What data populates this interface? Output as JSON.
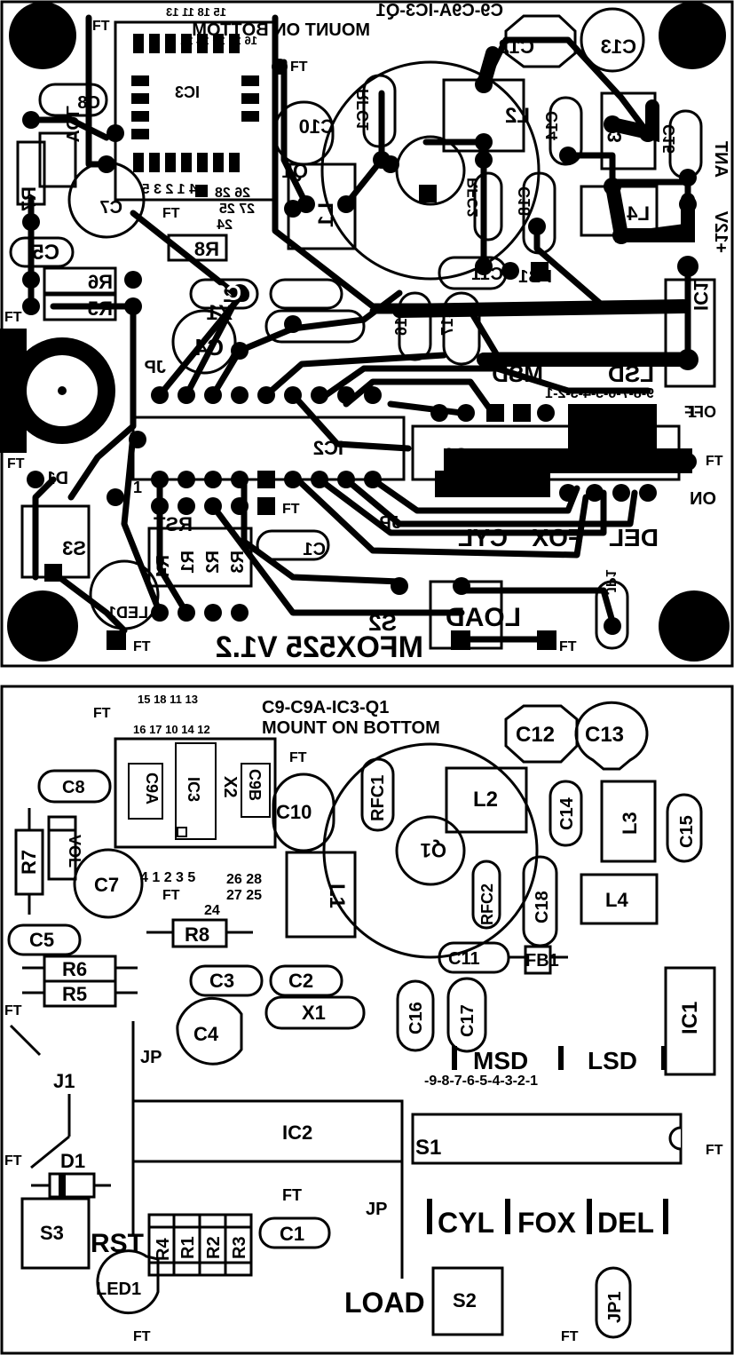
{
  "board_title": "MFOX525 V1.2",
  "header": {
    "line1": "C9-C9A-IC3-Q1",
    "line2": "MOUNT ON BOTTOM",
    "pins_top": "15 18 11 13",
    "pins_bottom": "16 17 10 14 12"
  },
  "labels": {
    "ft": "FT",
    "jp": "JP",
    "load": "LOAD",
    "rst": "RST",
    "msd": "MSD",
    "lsd": "LSD",
    "dip_numbers": "-9-8-7-6-5-4-3-2-1",
    "dip_numbers_top": "9-8-7-6-5-4-3-2-1",
    "cyl": "CYL",
    "fox": "FOX",
    "del": "DEL",
    "off": "OFF",
    "on": "ON",
    "ant": "ANT",
    "v12": "+12V",
    "pins_a": "4 1 2 3 5",
    "pins_b": "26 28",
    "pins_c": "27 25",
    "pins_d": "24",
    "one": "1",
    "pin_one": "1"
  },
  "components": {
    "c1": "C1",
    "c2": "C2",
    "c3": "C3",
    "c4": "C4",
    "c5": "C5",
    "c7": "C7",
    "c8": "C8",
    "c9a": "C9A",
    "c9b": "C9B",
    "c10": "C10",
    "c11": "C11",
    "c12": "C12",
    "c13": "C13",
    "c14": "C14",
    "c15": "C15",
    "c16": "C16",
    "c17": "C17",
    "c18": "C18",
    "r1": "R1",
    "r2": "R2",
    "r3": "R3",
    "r4": "R4",
    "r5": "R5",
    "r6": "R6",
    "r7": "R7",
    "r8": "R8",
    "l1": "L1",
    "l2": "L2",
    "l3": "L3",
    "l4": "L4",
    "ic1": "IC1",
    "ic2": "IC2",
    "ic3": "IC3",
    "x1": "X1",
    "x2": "X2",
    "q1": "Q1",
    "d1": "D1",
    "j1": "J1",
    "s1": "S1",
    "s2": "S2",
    "s3": "S3",
    "rfc1": "RFC1",
    "rfc2": "RFC2",
    "fb1": "FB1",
    "vol": "VOL",
    "led1": "LED1",
    "jp1": "JP1"
  },
  "colors": {
    "ink": "#000000",
    "paper": "#ffffff"
  }
}
